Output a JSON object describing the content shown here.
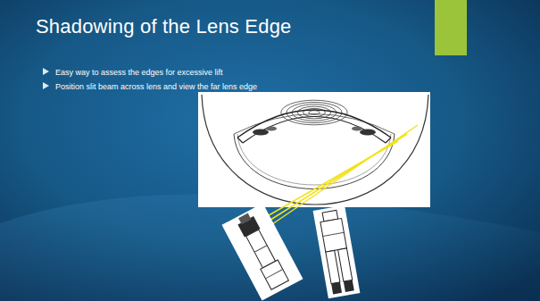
{
  "diagram": {
    "title": "Shadowing of the Lens Edge",
    "labels": [
      "Easy way to assess the edges for excessive lift",
      "Position slit beam across lens and view the far lens edge"
    ]
  }
}
